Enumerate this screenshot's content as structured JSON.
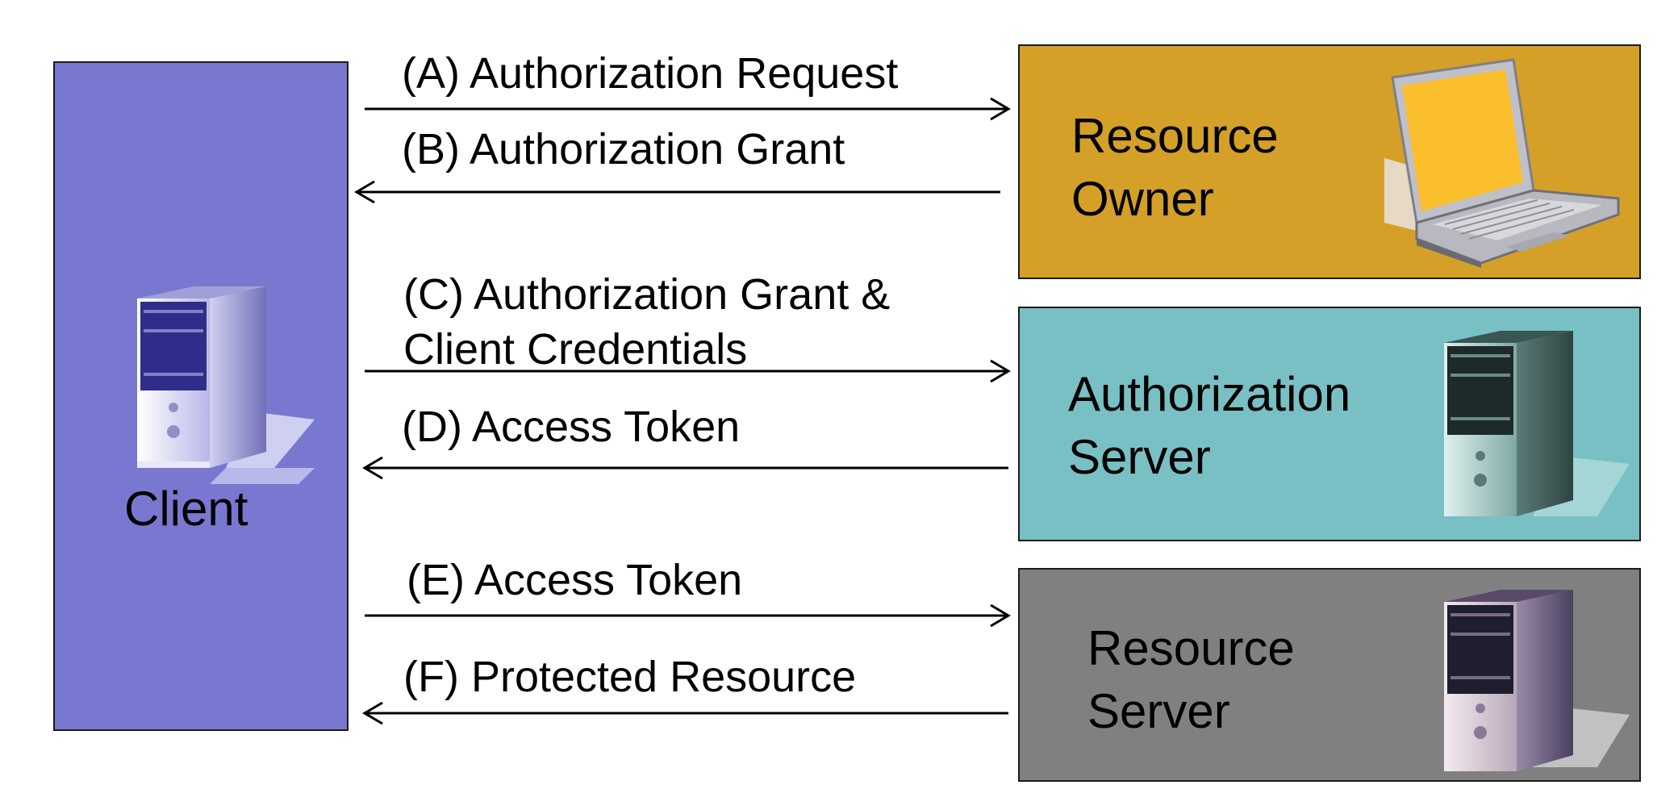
{
  "colors": {
    "client": "#7878d0",
    "resource_owner": "#d4a028",
    "authorization_server": "#78c0c4",
    "resource_server": "#808080",
    "arrow": "#000000"
  },
  "client": {
    "label": "Client",
    "icon": "server-tower-icon"
  },
  "resource_owner": {
    "label": "Resource\nOwner",
    "icon": "laptop-icon"
  },
  "authorization_server": {
    "label": "Authorization\nServer",
    "icon": "server-tower-icon"
  },
  "resource_server": {
    "label": "Resource\nServer",
    "icon": "server-tower-icon"
  },
  "messages": {
    "a": {
      "label": "(A) Authorization Request",
      "direction": "to-resource-owner"
    },
    "b": {
      "label": "(B) Authorization Grant",
      "direction": "to-client"
    },
    "c": {
      "label": "(C) Authorization Grant &\n      Client Credentials",
      "direction": "to-authorization-server"
    },
    "d": {
      "label": "(D) Access Token",
      "direction": "to-client"
    },
    "e": {
      "label": "(E) Access Token",
      "direction": "to-resource-server"
    },
    "f": {
      "label": "(F) Protected Resource",
      "direction": "to-client"
    }
  }
}
